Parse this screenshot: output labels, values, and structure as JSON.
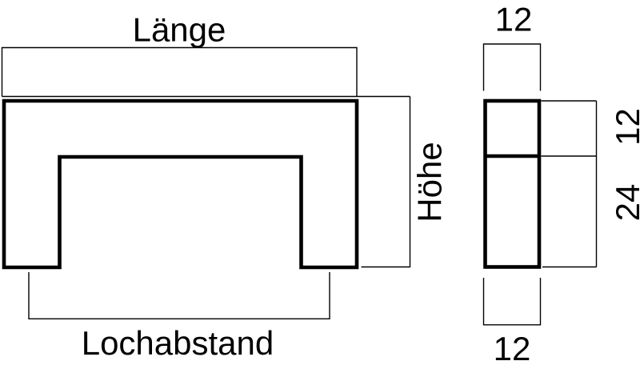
{
  "diagram": {
    "type": "technical-dimension-drawing",
    "colors": {
      "background": "#ffffff",
      "line": "#000000",
      "text": "#000000"
    },
    "front_view": {
      "length_label": "Länge",
      "height_label": "Höhe",
      "hole_spacing_label": "Lochabstand"
    },
    "side_view": {
      "top_width_label": "12",
      "upper_section_label": "12",
      "lower_section_label": "24",
      "bottom_width_label": "12"
    }
  }
}
